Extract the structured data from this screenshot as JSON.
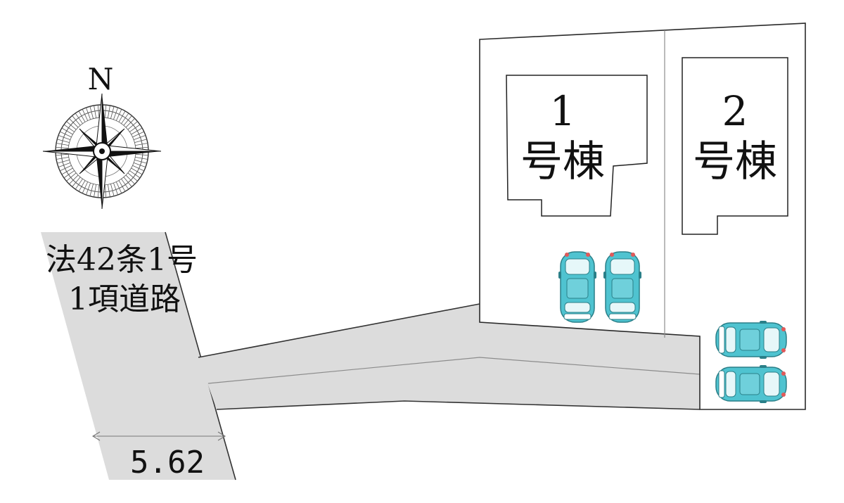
{
  "compass": {
    "north_label": "N"
  },
  "road": {
    "label_line1": "法42条1号",
    "label_line2": "1項道路",
    "width_dimension": "5.62",
    "color": "#dcdcdc"
  },
  "lots": [
    {
      "number": "1",
      "label": "号棟"
    },
    {
      "number": "2",
      "label": "号棟"
    }
  ],
  "cars": {
    "body_color": "#4fc3d0",
    "count": 4
  }
}
